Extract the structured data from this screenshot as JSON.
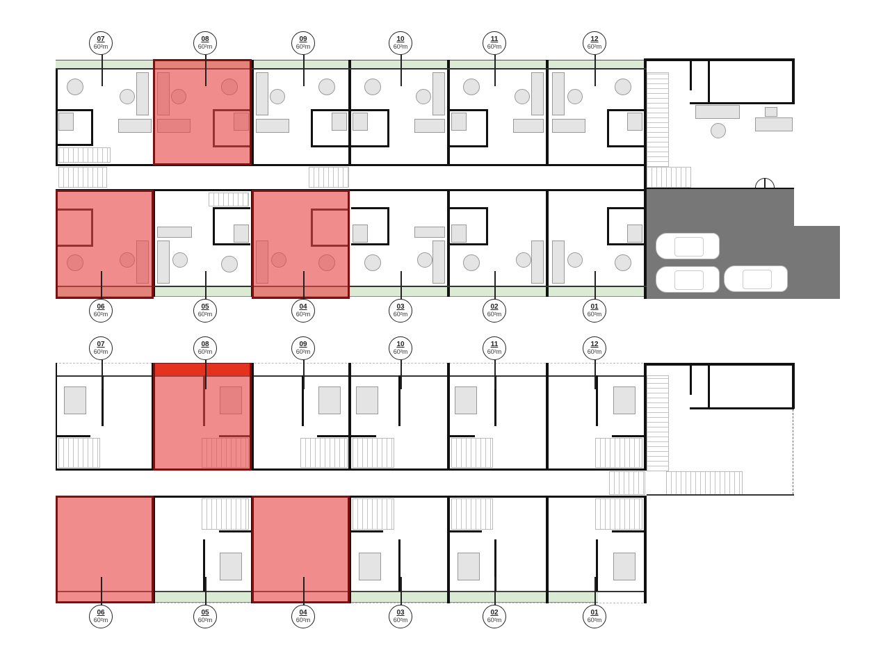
{
  "drawing": {
    "type": "architectural floor plan",
    "levels": [
      {
        "id": "ground_floor",
        "description": "Ground floor: living/dining/kitchen units, lobby lounge, parking"
      },
      {
        "id": "upper_floor",
        "description": "Upper floor: bedroom level of the same units"
      }
    ]
  },
  "colors": {
    "highlight_fill": "#ec7a76",
    "highlight_border": "#7a1010",
    "balcony_accent": "#e4321f",
    "garden_strip": "#dbead3",
    "wall": "#111111",
    "parking": "#777777",
    "furniture": "#e4e4e4"
  },
  "units": {
    "top_row": [
      {
        "num": "07",
        "area": "60²m",
        "selected": false
      },
      {
        "num": "08",
        "area": "60²m",
        "selected": true
      },
      {
        "num": "09",
        "area": "60²m",
        "selected": false
      },
      {
        "num": "10",
        "area": "60²m",
        "selected": false
      },
      {
        "num": "11",
        "area": "60²m",
        "selected": false
      },
      {
        "num": "12",
        "area": "60²m",
        "selected": false
      }
    ],
    "bottom_row": [
      {
        "num": "06",
        "area": "60²m",
        "selected": true
      },
      {
        "num": "05",
        "area": "60²m",
        "selected": false
      },
      {
        "num": "04",
        "area": "60²m",
        "selected": true
      },
      {
        "num": "03",
        "area": "60²m",
        "selected": false
      },
      {
        "num": "02",
        "area": "60²m",
        "selected": false
      },
      {
        "num": "01",
        "area": "60²m",
        "selected": false
      }
    ]
  },
  "ground_floor": {
    "lobby": {
      "furniture": [
        "sofa",
        "coffee-table",
        "armchair",
        "armchair",
        "dining-table",
        "chairs"
      ]
    },
    "parking": {
      "cars": 3
    }
  },
  "upper_floor": {
    "unit_contents": [
      "bed",
      "wardrobe",
      "stairs"
    ]
  }
}
